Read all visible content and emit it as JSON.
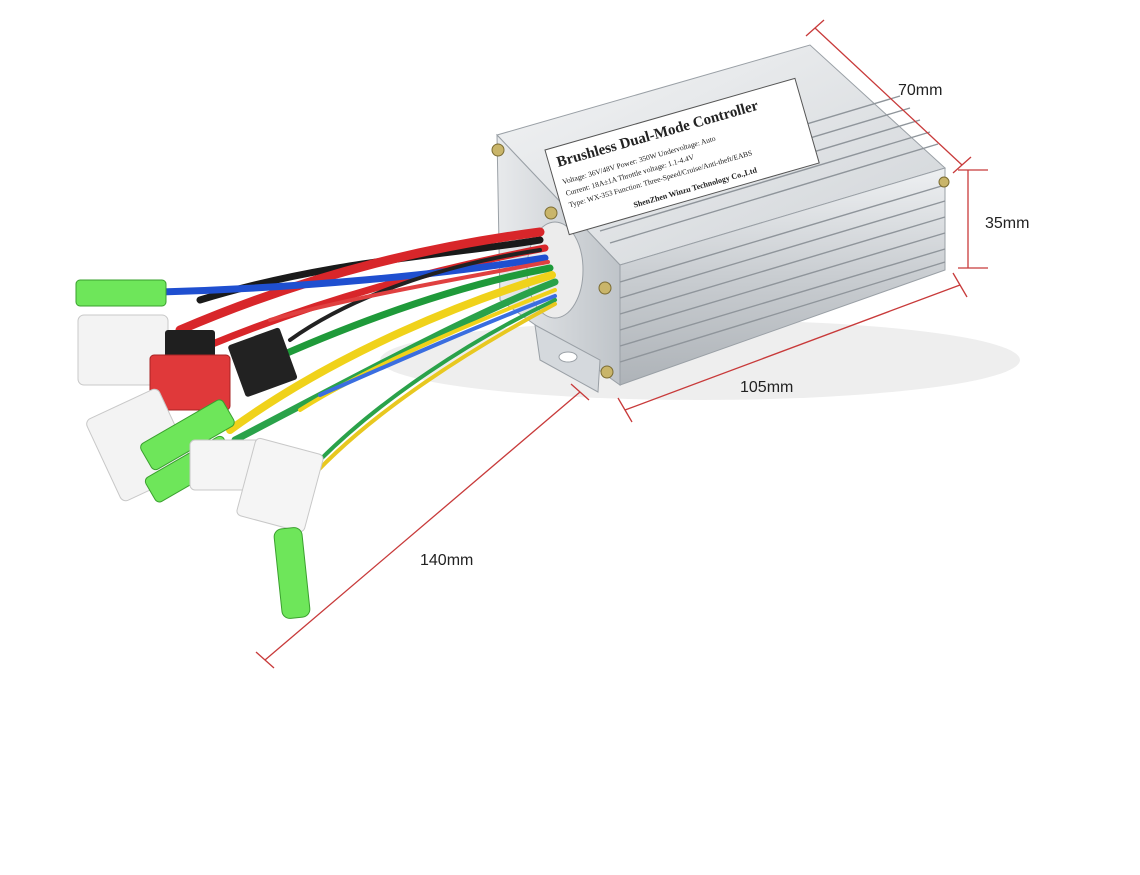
{
  "product": {
    "label_title": "Brushless Dual-Mode Controller",
    "label_lines": [
      "Voltage: 36V/48V    Power: 350W    Undervoltage: Auto",
      "Current: 18A±1A    Throttle voltage: 1.1-4.4V",
      "Type: WX-353    Function: Three-Speed/Cruise/Anti-theft/EABS"
    ],
    "label_footer": "ShenZhen Winzu Technology Co.,Ltd"
  },
  "dimensions": {
    "width": "70mm",
    "height": "35mm",
    "length": "105mm",
    "cable_length": "140mm"
  },
  "colors": {
    "dimension_line": "#c83a3a",
    "housing": "#d9dde0",
    "wire_red": "#d8262a",
    "wire_blue": "#1f4fd0",
    "wire_yellow": "#f0d21a",
    "wire_green": "#1f9a3a",
    "wire_black": "#1a1a1a",
    "connector_green": "#6ee65a",
    "connector_red": "#e0393a",
    "connector_white": "#f3f3f3"
  }
}
